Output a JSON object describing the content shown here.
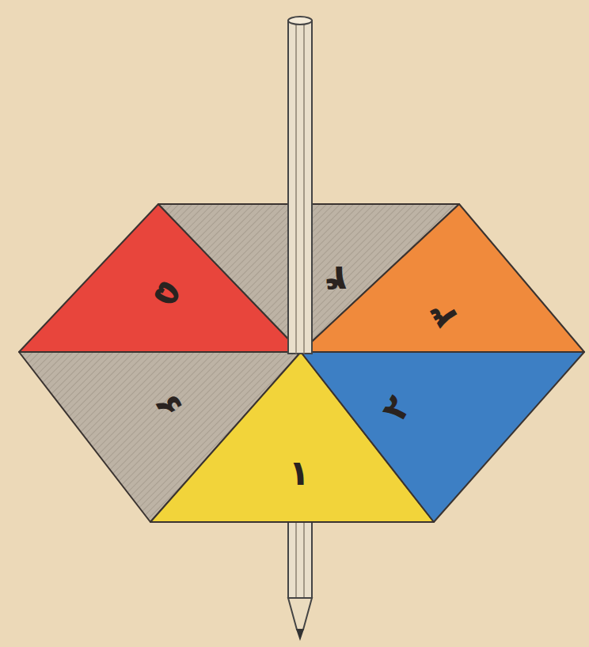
{
  "diagram": {
    "nodes": [
      {
        "text": [
          "۵"
        ]
      },
      {
        "text": [
          "۴"
        ]
      },
      {
        "text": [
          "۳"
        ]
      },
      {
        "text": [
          "۶"
        ]
      },
      {
        "text": [
          "۱"
        ]
      },
      {
        "text": [
          "۲"
        ]
      }
    ]
  }
}
